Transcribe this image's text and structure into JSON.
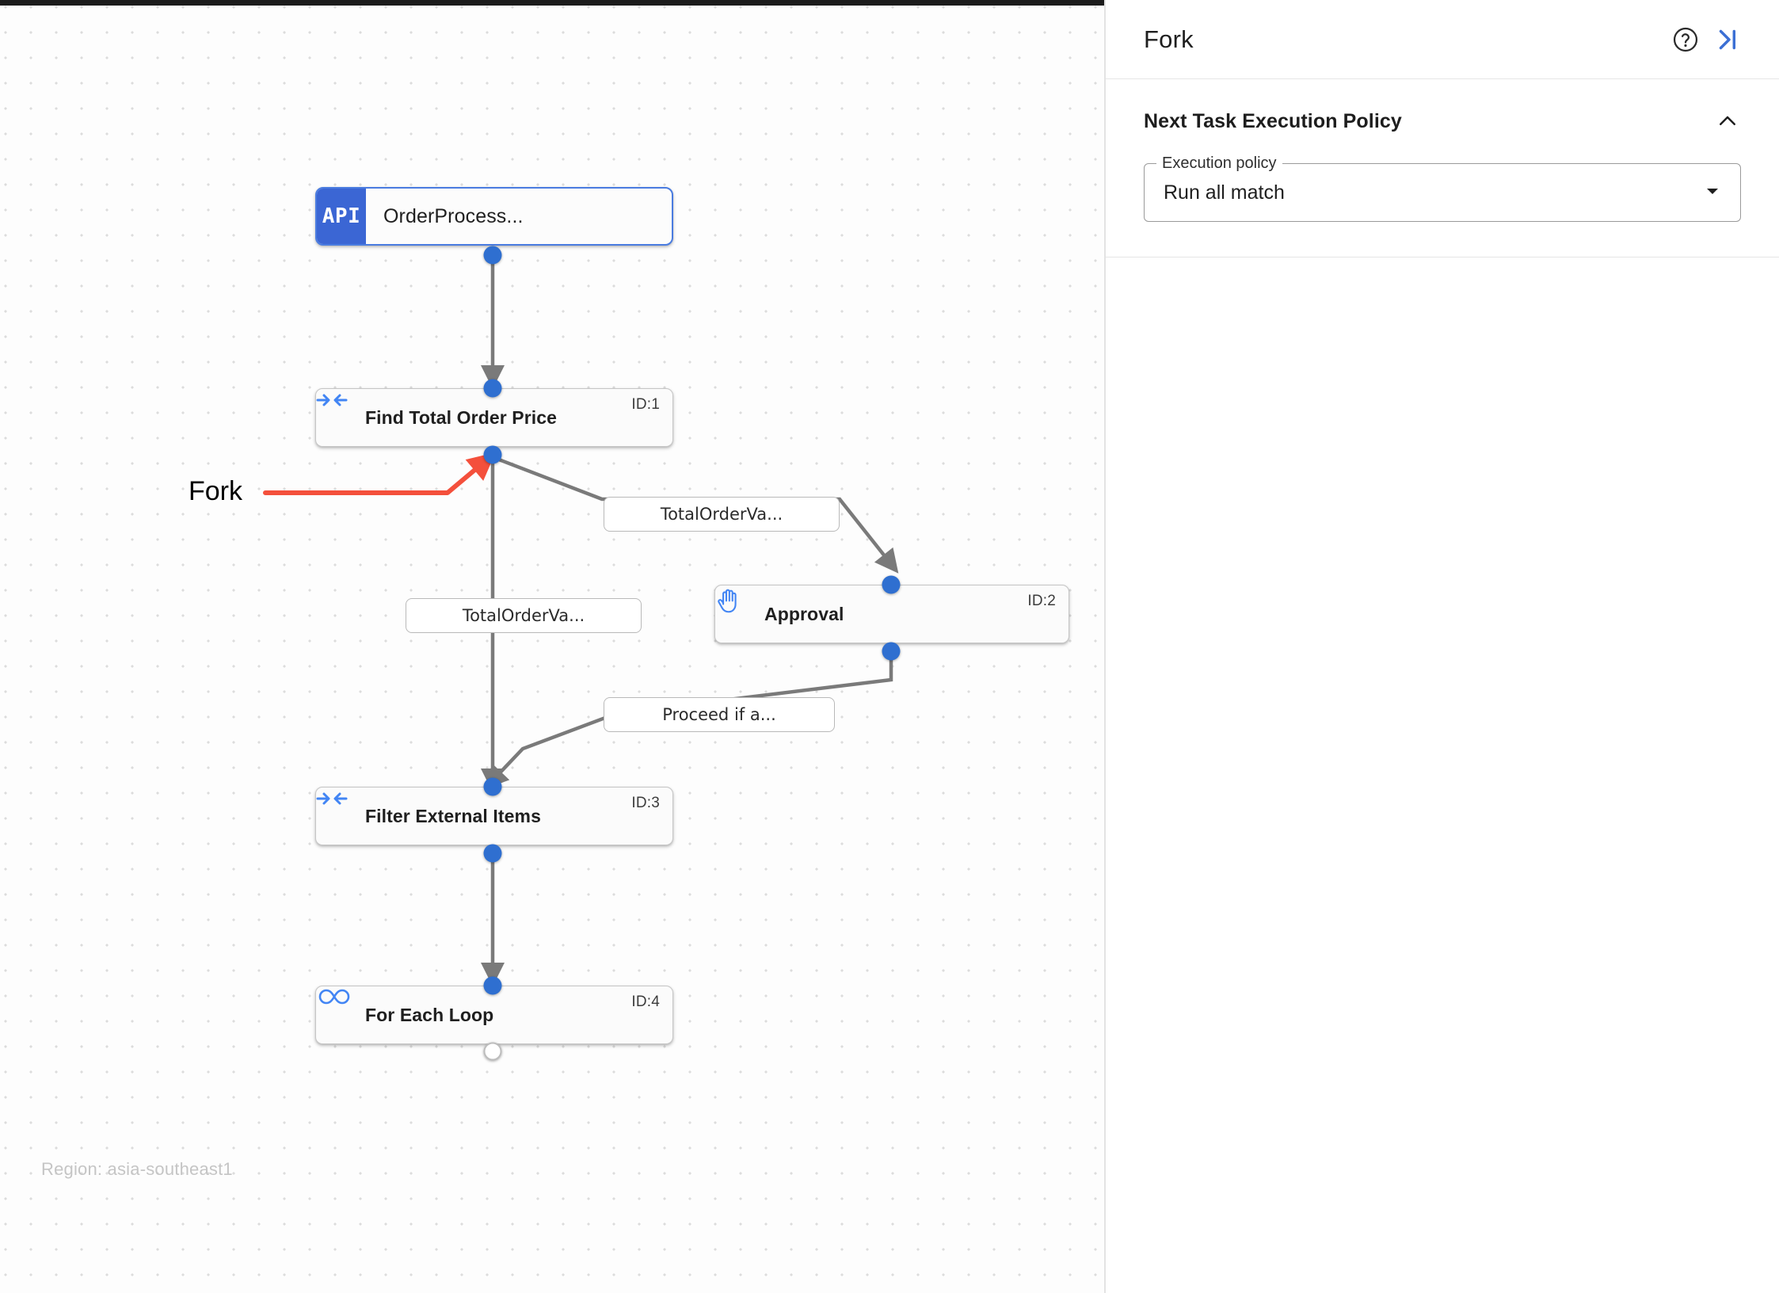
{
  "canvas": {
    "region_text": "Region: asia-southeast1",
    "annotation": {
      "label": "Fork",
      "color": "#f44336"
    },
    "nodes": [
      {
        "id": "api",
        "title": "OrderProcess...",
        "badge": "API",
        "icon": "api-icon",
        "id_label": ""
      },
      {
        "id": "task1",
        "title": "Find Total Order Price",
        "icon": "merge-arrows-icon",
        "id_label": "ID:1"
      },
      {
        "id": "task2",
        "title": "Approval",
        "icon": "hand-raised-icon",
        "id_label": "ID:2"
      },
      {
        "id": "task3",
        "title": "Filter External Items",
        "icon": "merge-arrows-icon",
        "id_label": "ID:3"
      },
      {
        "id": "task4",
        "title": "For Each Loop",
        "icon": "infinity-icon",
        "id_label": "ID:4"
      }
    ],
    "edge_labels": [
      {
        "id": "e1",
        "text": "TotalOrderVa..."
      },
      {
        "id": "e2",
        "text": "TotalOrderVa..."
      },
      {
        "id": "e3",
        "text": "Proceed if a..."
      }
    ],
    "colors": {
      "port": "#2f6fd0",
      "api_badge": "#3b66d4",
      "node_icon": "#4285f4",
      "edge": "#7a7a7a"
    }
  },
  "panel": {
    "title": "Fork",
    "help_icon": "help-circle-icon",
    "collapse_icon": "collapse-panel-right-icon",
    "section": {
      "title": "Next Task Execution Policy",
      "collapse_icon": "chevron-up-icon",
      "field": {
        "label": "Execution policy",
        "value": "Run all match",
        "arrow_icon": "dropdown-triangle-icon"
      }
    }
  }
}
